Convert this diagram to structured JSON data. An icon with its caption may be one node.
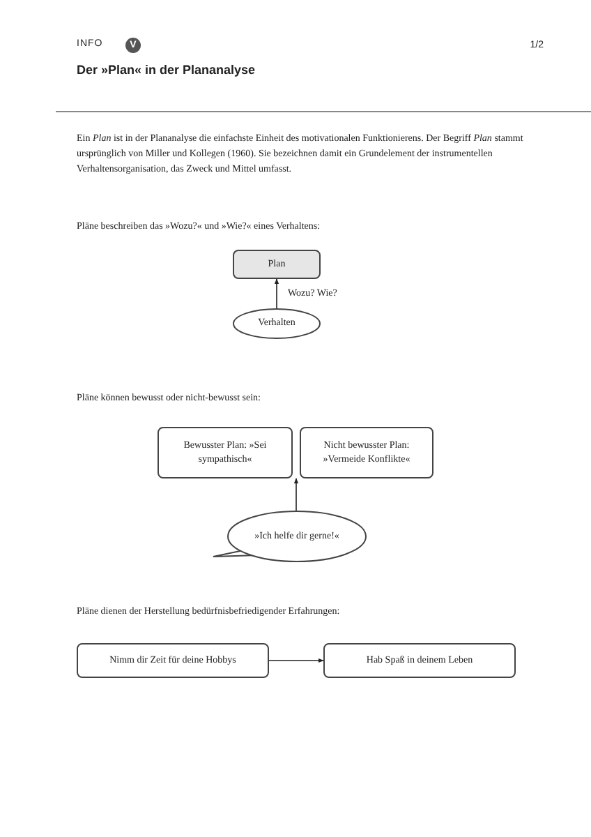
{
  "diagram": {
    "title": "Der »Plan« in der Plananalyse",
    "nodes": [
      {
        "text": [
          "Plan"
        ]
      },
      {
        "text": [
          "Verhalten"
        ]
      },
      {
        "text": [
          "Bewusster Plan: »Sei sympathisch«"
        ]
      },
      {
        "text": [
          "Nicht bewusster Plan: »Vermeide Konflikte«"
        ]
      },
      {
        "text": [
          "»Ich helfe dir gerne!«"
        ]
      },
      {
        "text": [
          "Nimm dir Zeit für deine Hobbys"
        ]
      },
      {
        "text": [
          "Hab Spaß in deinem Leben"
        ]
      }
    ],
    "edges": [
      {
        "from": 1,
        "to": 0,
        "arrow": "to",
        "label": "Wozu? Wie?"
      },
      {
        "from": 4,
        "to": 2,
        "arrow": "to"
      },
      {
        "from": 4,
        "to": 3,
        "arrow": "to"
      },
      {
        "from": 5,
        "to": 6,
        "arrow": "to"
      }
    ],
    "labels": [
      "INFO",
      "V",
      "1/2",
      "Ein *Plan* ist in der Plananalyse die einfachste Einheit des motivationalen Funktionierens. Der Begriff *Plan* stammt ursprünglich von Miller und Kollegen (1960). Sie bezeichnen damit ein Grundelement der instrumentellen Verhaltensorganisation, das Zweck und Mittel umfasst.",
      "Pläne beschreiben das »Wozu?« und »Wie?« eines Verhaltens:",
      "Pläne können bewusst oder nicht-bewusst sein:",
      "Pläne dienen der Herstellung bedürfnisbefriedigender Erfahrungen:"
    ]
  }
}
